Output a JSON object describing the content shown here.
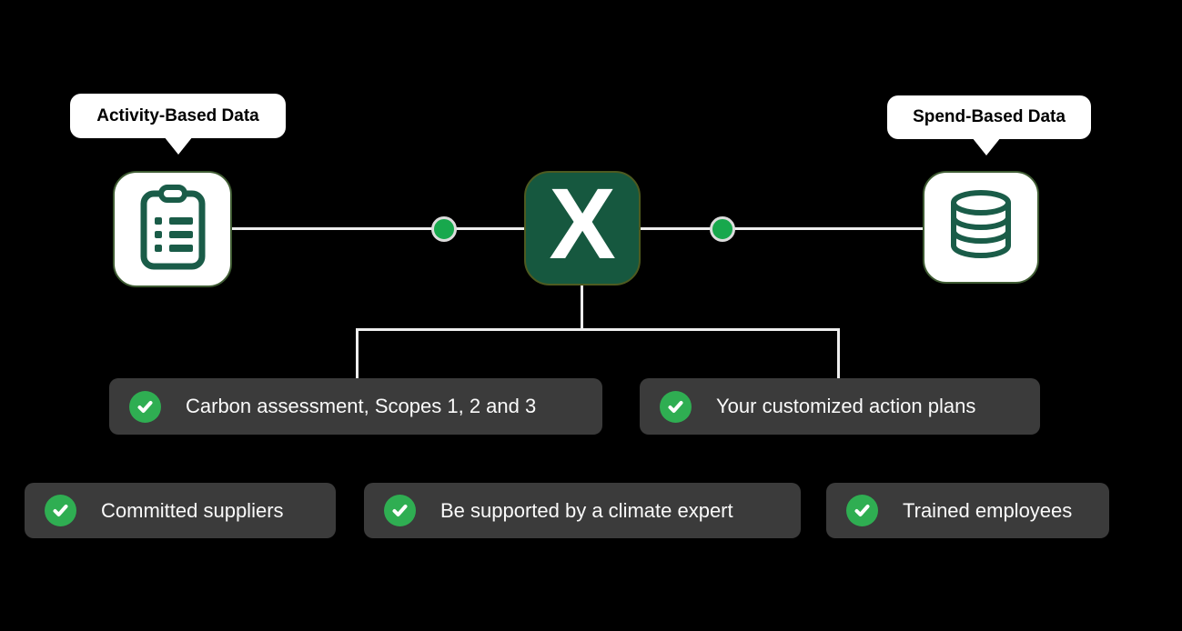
{
  "diagram": {
    "callouts": {
      "activity": {
        "label": "Activity-Based Data"
      },
      "spend": {
        "label": "Spend-Based Data"
      }
    },
    "center": {
      "letter": "X"
    },
    "benefits": {
      "row1": [
        {
          "label": "Carbon assessment, Scopes 1, 2 and 3"
        },
        {
          "label": "Your customized action plans"
        }
      ],
      "row2": [
        {
          "label": "Committed suppliers"
        },
        {
          "label": "Be supported by a climate expert"
        },
        {
          "label": "Trained employees"
        }
      ]
    },
    "icons": {
      "activity": "clipboard-list-icon",
      "spend": "database-icon",
      "center": "excel-x-tile",
      "benefit": "check-circle-icon",
      "connector": "connector-dot"
    },
    "colors": {
      "background": "#000000",
      "tile_green": "#16583F",
      "tile_border": "#4E5A20",
      "icon_stroke": "#1A5C48",
      "icon_card_border": "#3F5C33",
      "check_green": "#2FAE52",
      "dot_green": "#18A84D",
      "pill_bg": "#3B3B3B",
      "line": "#EDEDED",
      "pill_text": "#FAFAFA",
      "callout_bg": "#FFFFFF",
      "callout_text": "#000000"
    }
  }
}
